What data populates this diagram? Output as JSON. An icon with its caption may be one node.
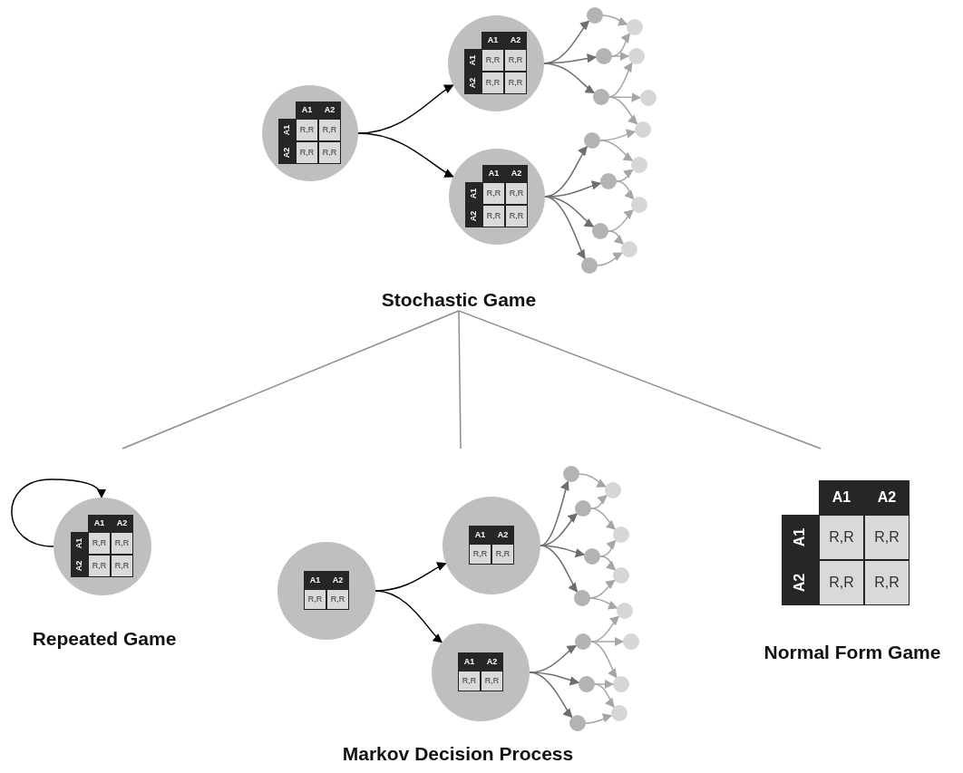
{
  "diagram": {
    "nodes": [
      {
        "text": [
          "A1",
          "A2",
          "A1",
          "R,R",
          "R,R",
          "A2",
          "R,R",
          "R,R"
        ]
      },
      {
        "text": [
          "A1",
          "A2",
          "A1",
          "R,R",
          "R,R",
          "A2",
          "R,R",
          "R,R"
        ]
      },
      {
        "text": [
          "A1",
          "A2",
          "A1",
          "R,R",
          "R,R",
          "A2",
          "R,R",
          "R,R"
        ]
      },
      {
        "text": [],
        "shape": "circle"
      },
      {
        "text": [],
        "shape": "circle"
      },
      {
        "text": [],
        "shape": "circle"
      },
      {
        "text": [],
        "shape": "circle"
      },
      {
        "text": [],
        "shape": "circle"
      },
      {
        "text": [],
        "shape": "circle"
      },
      {
        "text": [],
        "shape": "circle"
      },
      {
        "text": [],
        "shape": "circle"
      },
      {
        "text": [],
        "shape": "circle"
      },
      {
        "text": [],
        "shape": "circle"
      },
      {
        "text": [],
        "shape": "circle"
      },
      {
        "text": [],
        "shape": "circle"
      },
      {
        "text": [],
        "shape": "circle"
      },
      {
        "text": [],
        "shape": "circle"
      },
      {
        "text": [
          "Stochastic Game"
        ]
      },
      {
        "text": [
          "A1",
          "A2",
          "A1",
          "R,R",
          "R,R",
          "A2",
          "R,R",
          "R,R"
        ]
      },
      {
        "text": [
          "A1",
          "A2",
          "R,R",
          "R,R"
        ]
      },
      {
        "text": [
          "A1",
          "A2",
          "R,R",
          "R,R"
        ]
      },
      {
        "text": [
          "A1",
          "A2",
          "R,R",
          "R,R"
        ]
      },
      {
        "text": [],
        "shape": "circle"
      },
      {
        "text": [],
        "shape": "circle"
      },
      {
        "text": [],
        "shape": "circle"
      },
      {
        "text": [],
        "shape": "circle"
      },
      {
        "text": [],
        "shape": "circle"
      },
      {
        "text": [],
        "shape": "circle"
      },
      {
        "text": [],
        "shape": "circle"
      },
      {
        "text": [],
        "shape": "circle"
      },
      {
        "text": [],
        "shape": "circle"
      },
      {
        "text": [],
        "shape": "circle"
      },
      {
        "text": [],
        "shape": "circle"
      },
      {
        "text": [],
        "shape": "circle"
      },
      {
        "text": [],
        "shape": "circle"
      },
      {
        "text": [],
        "shape": "circle"
      },
      {
        "text": [
          "A1",
          "A2",
          "A1",
          "R,R",
          "R,R",
          "A2",
          "R,R",
          "R,R"
        ]
      }
    ],
    "edges": [
      {
        "from": 0,
        "to": 1,
        "arrow": "to",
        "color": "#000000"
      },
      {
        "from": 0,
        "to": 2,
        "arrow": "to",
        "color": "#000000"
      },
      {
        "from": 1,
        "to": 3,
        "arrow": "to",
        "color": "#6e6e6e"
      },
      {
        "from": 1,
        "to": 4,
        "arrow": "to",
        "color": "#6e6e6e"
      },
      {
        "from": 1,
        "to": 5,
        "arrow": "to",
        "color": "#6e6e6e"
      },
      {
        "from": 2,
        "to": 6,
        "arrow": "to",
        "color": "#6e6e6e"
      },
      {
        "from": 2,
        "to": 7,
        "arrow": "to",
        "color": "#6e6e6e"
      },
      {
        "from": 2,
        "to": 8,
        "arrow": "to",
        "color": "#6e6e6e"
      },
      {
        "from": 2,
        "to": 9,
        "arrow": "to",
        "color": "#6e6e6e"
      },
      {
        "from": 3,
        "to": 10,
        "arrow": "to"
      },
      {
        "from": 4,
        "to": 10,
        "arrow": "to"
      },
      {
        "from": 4,
        "to": 11,
        "arrow": "to"
      },
      {
        "from": 5,
        "to": 11,
        "arrow": "to"
      },
      {
        "from": 5,
        "to": 12,
        "arrow": "to"
      },
      {
        "from": 5,
        "to": 13,
        "arrow": "to"
      },
      {
        "from": 6,
        "to": 13,
        "arrow": "to"
      },
      {
        "from": 6,
        "to": 14,
        "arrow": "to"
      },
      {
        "from": 7,
        "to": 14,
        "arrow": "to"
      },
      {
        "from": 7,
        "to": 15,
        "arrow": "to"
      },
      {
        "from": 8,
        "to": 15,
        "arrow": "to"
      },
      {
        "from": 8,
        "to": 16,
        "arrow": "to"
      },
      {
        "from": 9,
        "to": 16,
        "arrow": "to"
      },
      {
        "from": 17,
        "to": null,
        "arrow": "none",
        "color": "#8c8c8c"
      },
      {
        "from": 17,
        "to": null,
        "arrow": "none",
        "color": "#8c8c8c"
      },
      {
        "from": 17,
        "to": null,
        "arrow": "none",
        "color": "#8c8c8c"
      },
      {
        "from": 18,
        "to": 18,
        "arrow": "to",
        "color": "#000000"
      },
      {
        "from": 19,
        "to": 20,
        "arrow": "to",
        "color": "#000000"
      },
      {
        "from": 19,
        "to": 21,
        "arrow": "to",
        "color": "#000000"
      },
      {
        "from": 20,
        "to": 22,
        "arrow": "to",
        "color": "#6e6e6e"
      },
      {
        "from": 20,
        "to": 23,
        "arrow": "to",
        "color": "#6e6e6e"
      },
      {
        "from": 20,
        "to": 24,
        "arrow": "to",
        "color": "#6e6e6e"
      },
      {
        "from": 20,
        "to": 25,
        "arrow": "to",
        "color": "#6e6e6e"
      },
      {
        "from": 21,
        "to": 26,
        "arrow": "to",
        "color": "#6e6e6e"
      },
      {
        "from": 21,
        "to": 27,
        "arrow": "to",
        "color": "#6e6e6e"
      },
      {
        "from": 21,
        "to": 28,
        "arrow": "to",
        "color": "#6e6e6e"
      },
      {
        "from": 22,
        "to": 29,
        "arrow": "to"
      },
      {
        "from": 23,
        "to": 29,
        "arrow": "to"
      },
      {
        "from": 23,
        "to": 30,
        "arrow": "to"
      },
      {
        "from": 24,
        "to": 30,
        "arrow": "to"
      },
      {
        "from": 24,
        "to": 31,
        "arrow": "to"
      },
      {
        "from": 25,
        "to": 31,
        "arrow": "to"
      },
      {
        "from": 25,
        "to": 32,
        "arrow": "to"
      },
      {
        "from": 26,
        "to": 32,
        "arrow": "to"
      },
      {
        "from": 26,
        "to": 33,
        "arrow": "to"
      },
      {
        "from": 26,
        "to": 34,
        "arrow": "to"
      },
      {
        "from": 27,
        "to": 34,
        "arrow": "to"
      },
      {
        "from": 27,
        "to": 35,
        "arrow": "to"
      },
      {
        "from": 28,
        "to": 35,
        "arrow": "to"
      }
    ],
    "labels": [
      "Repeated Game",
      "Markov Decision Process",
      "Normal Form Game"
    ]
  }
}
